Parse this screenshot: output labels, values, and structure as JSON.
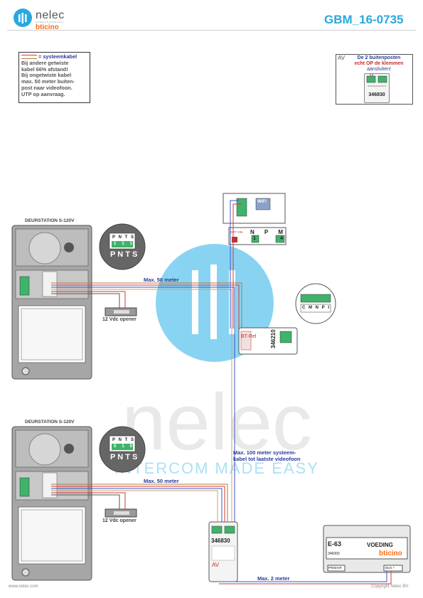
{
  "header": {
    "brand_name": "nelec",
    "brand_tagline": "INTERCOM MADE EASY",
    "brand_partner": "bticino",
    "document_id": "GBM_16-0735"
  },
  "legend_note": {
    "title": "= systeemkabel",
    "lines": [
      "Bij andere getwiste",
      "kabel 66% afstand!",
      "Bij ongetwiste kabel",
      "max. 50 meter buiten-",
      "post naar videofoon.",
      "UTP op aanvraag."
    ]
  },
  "av_note": {
    "tag": "AV",
    "text_lines": [
      "De 2 buitenposten",
      "echt OP de klemmen",
      "aansluiten!"
    ],
    "module": "346830"
  },
  "watermark": {
    "word": "nelec",
    "tagline": "INTERCOM MADE EASY"
  },
  "stations": [
    {
      "title": "DEURSTATION S-120V",
      "zoom_top": [
        "P",
        "N",
        "T",
        "S"
      ],
      "zoom_digits": [
        "1",
        "1",
        "1"
      ],
      "zoom_bottom": "P N T S",
      "opener": "12 Vdc opener",
      "distance": "Max. 50 meter"
    },
    {
      "title": "DEURSTATION S-120V",
      "zoom_top": [
        "P",
        "N",
        "T",
        "S"
      ],
      "zoom_digits": [
        "0",
        "1",
        "0"
      ],
      "zoom_bottom": "P N T S",
      "opener": "12 Vdc opener",
      "distance": "Max. 50 meter"
    }
  ],
  "monitor": {
    "wifi_label": "WiFi",
    "switch_label": "OFF ON",
    "terminals": [
      "N",
      "P",
      "M"
    ],
    "terminal_values": [
      "1",
      "",
      "4"
    ]
  },
  "relay_module": {
    "code": "346210",
    "sub_label": "BT-Rel",
    "zoom_terminals": [
      "C",
      "M",
      "N",
      "P",
      "I"
    ]
  },
  "distributor": {
    "code": "346830",
    "tag": "AV"
  },
  "power_supply": {
    "model": "E-63",
    "title": "VOEDING",
    "code": "346000",
    "brand": "bticino",
    "primary_label": "PRIMAIR",
    "bus_label": "BUS",
    "bus_plus": "+"
  },
  "notes": {
    "max100": [
      "Max. 100 meter systeem-",
      "kabel tot laatste videofoon"
    ],
    "max2": "Max. 2 meter"
  },
  "footer": {
    "website": "www.nelec.com",
    "copyright": "Copyright Nelec BV"
  },
  "colors": {
    "accent_blue": "#29a8df",
    "label_blue": "#2a3a9a",
    "wire_red": "#d83a2e",
    "wire_blue": "#3a55c8",
    "wire_brown": "#b07a3c",
    "terminal_green": "#3fb36a",
    "bticino_orange": "#ff6a13"
  }
}
